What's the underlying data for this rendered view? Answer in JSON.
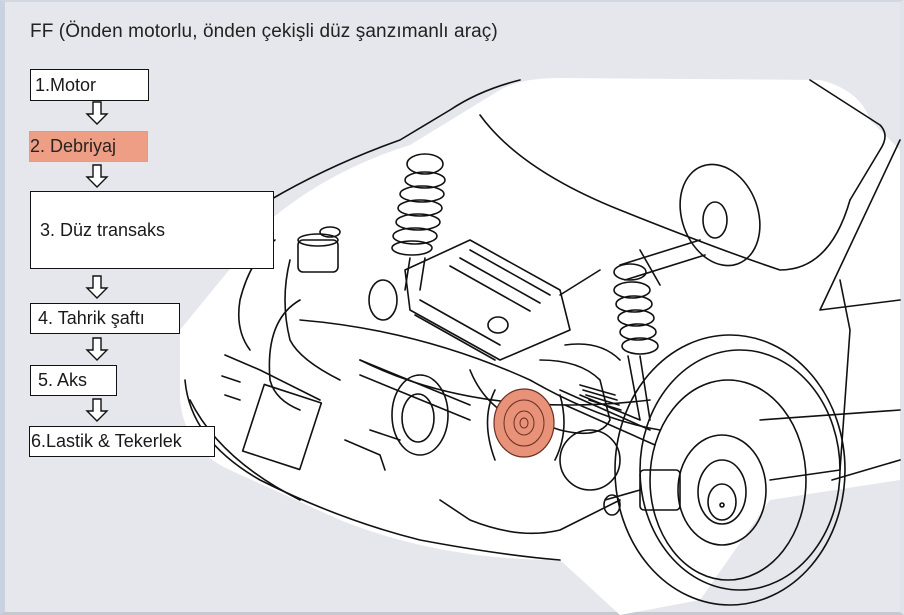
{
  "title": "FF (Önden motorlu, önden çekişli düz şanzımanlı araç)",
  "flow": {
    "steps": [
      {
        "label": "1.Motor",
        "highlighted": false
      },
      {
        "label": "2. Debriyaj",
        "highlighted": true
      },
      {
        "label": "3. Düz transaks",
        "highlighted": false
      },
      {
        "label": "4. Tahrik şaftı",
        "highlighted": false
      },
      {
        "label": "5. Aks",
        "highlighted": false
      },
      {
        "label": "6.Lastik & Tekerlek",
        "highlighted": false
      }
    ],
    "connector_icon": "down-hollow-arrow"
  },
  "illustration": {
    "subject": "front-engine front-wheel-drive car drivetrain cutaway",
    "highlighted_part": "clutch",
    "highlight_color": "#e8927a",
    "line_color": "#111111",
    "background_color": "#e6e7ed"
  }
}
